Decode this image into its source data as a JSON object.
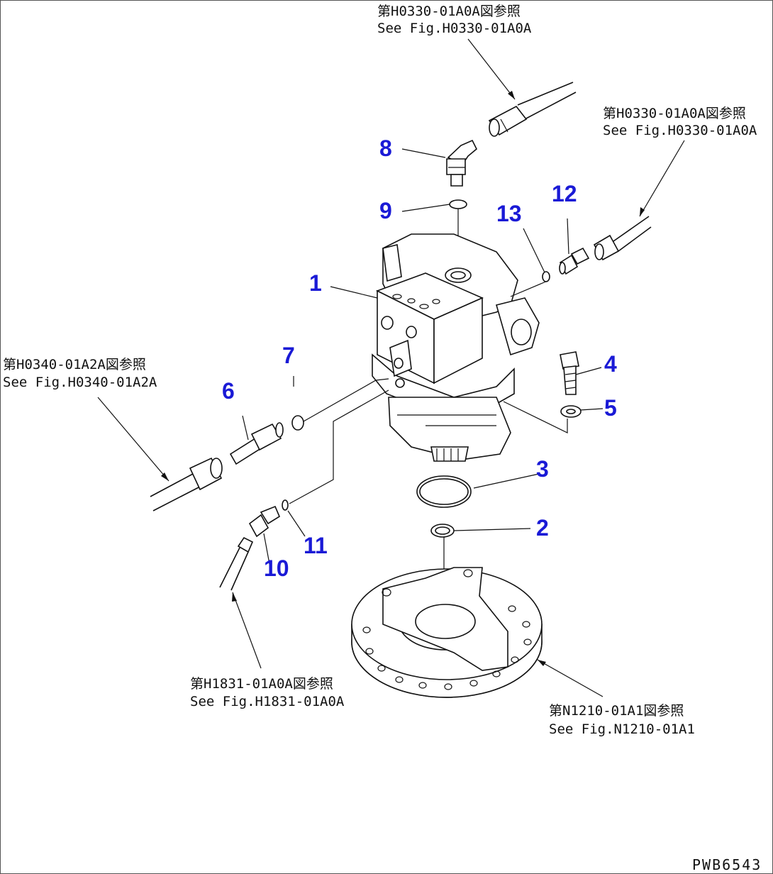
{
  "parts": [
    {
      "id": "1",
      "label": "1"
    },
    {
      "id": "2",
      "label": "2"
    },
    {
      "id": "3",
      "label": "3"
    },
    {
      "id": "4",
      "label": "4"
    },
    {
      "id": "5",
      "label": "5"
    },
    {
      "id": "6",
      "label": "6"
    },
    {
      "id": "7",
      "label": "7"
    },
    {
      "id": "8",
      "label": "8"
    },
    {
      "id": "9",
      "label": "9"
    },
    {
      "id": "10",
      "label": "10"
    },
    {
      "id": "11",
      "label": "11"
    },
    {
      "id": "12",
      "label": "12"
    },
    {
      "id": "13",
      "label": "13"
    }
  ],
  "references": {
    "top": {
      "jp": "第H0330-01A0A図参照",
      "en": "See Fig.H0330-01A0A"
    },
    "right": {
      "jp": "第H0330-01A0A図参照",
      "en": "See Fig.H0330-01A0A"
    },
    "left": {
      "jp": "第H0340-01A2A図参照",
      "en": "See Fig.H0340-01A2A"
    },
    "bottom_left": {
      "jp": "第H1831-01A0A図参照",
      "en": "See Fig.H1831-01A0A"
    },
    "bottom_right": {
      "jp": "第N1210-01A1図参照",
      "en": "See Fig.N1210-01A1"
    }
  },
  "drawing_code": "PWB6543"
}
